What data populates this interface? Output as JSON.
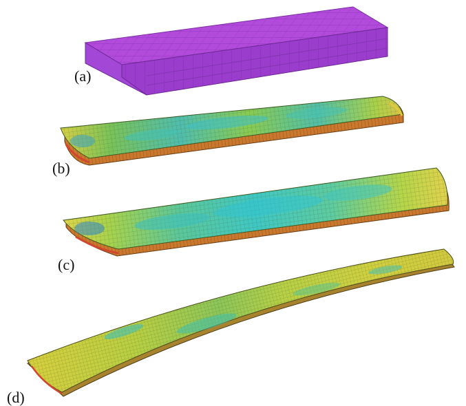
{
  "panels": [
    {
      "id": "a",
      "label": "(a)",
      "fill": "#b24bdc"
    },
    {
      "id": "b",
      "label": "(b)",
      "fill": "#9ccf48"
    },
    {
      "id": "c",
      "label": "(c)",
      "fill": "#b7d950"
    },
    {
      "id": "d",
      "label": "(d)",
      "fill": "#bccc40"
    }
  ],
  "colors": {
    "purple_top": "#b24bdc",
    "purple_side": "#a03fd2",
    "purple_front": "#8a2fbd",
    "mesh_yellow": "#d4d44a",
    "mesh_green": "#7fc957",
    "mesh_cyan": "#3cc4c4",
    "edge_orange": "#c9782e",
    "edge_red": "#d2452f"
  }
}
